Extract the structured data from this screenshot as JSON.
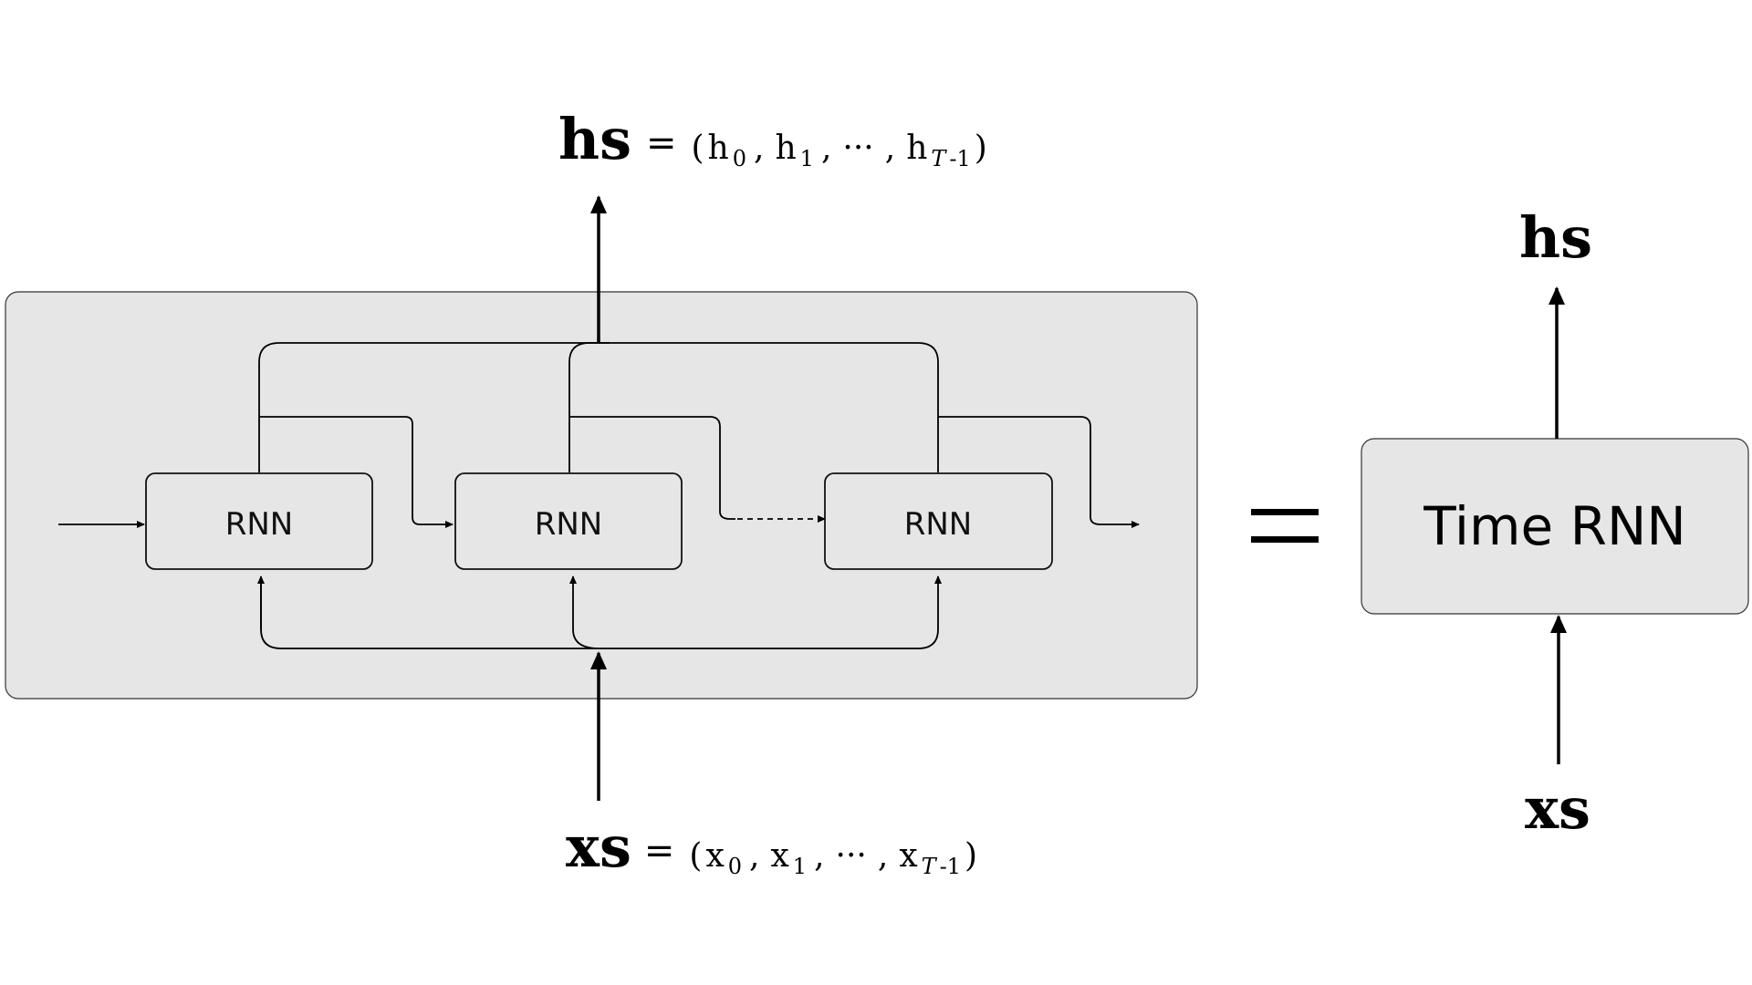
{
  "cell_label": "RNN",
  "composite_label": "Time RNN",
  "output": {
    "name": "hs",
    "eq": "=",
    "open": "(",
    "h": "h",
    "sub0": "0",
    "sub1": "1",
    "dots": "···",
    "subT": "T",
    "subT_tail": "-1",
    "sep": ",",
    "close": ")"
  },
  "input": {
    "name": "xs",
    "eq": "=",
    "open": "(",
    "x": "x",
    "sub0": "0",
    "sub1": "1",
    "dots": "···",
    "subT": "T",
    "subT_tail": "-1",
    "sep": ",",
    "close": ")"
  },
  "right_output": "hs",
  "right_input": "xs"
}
